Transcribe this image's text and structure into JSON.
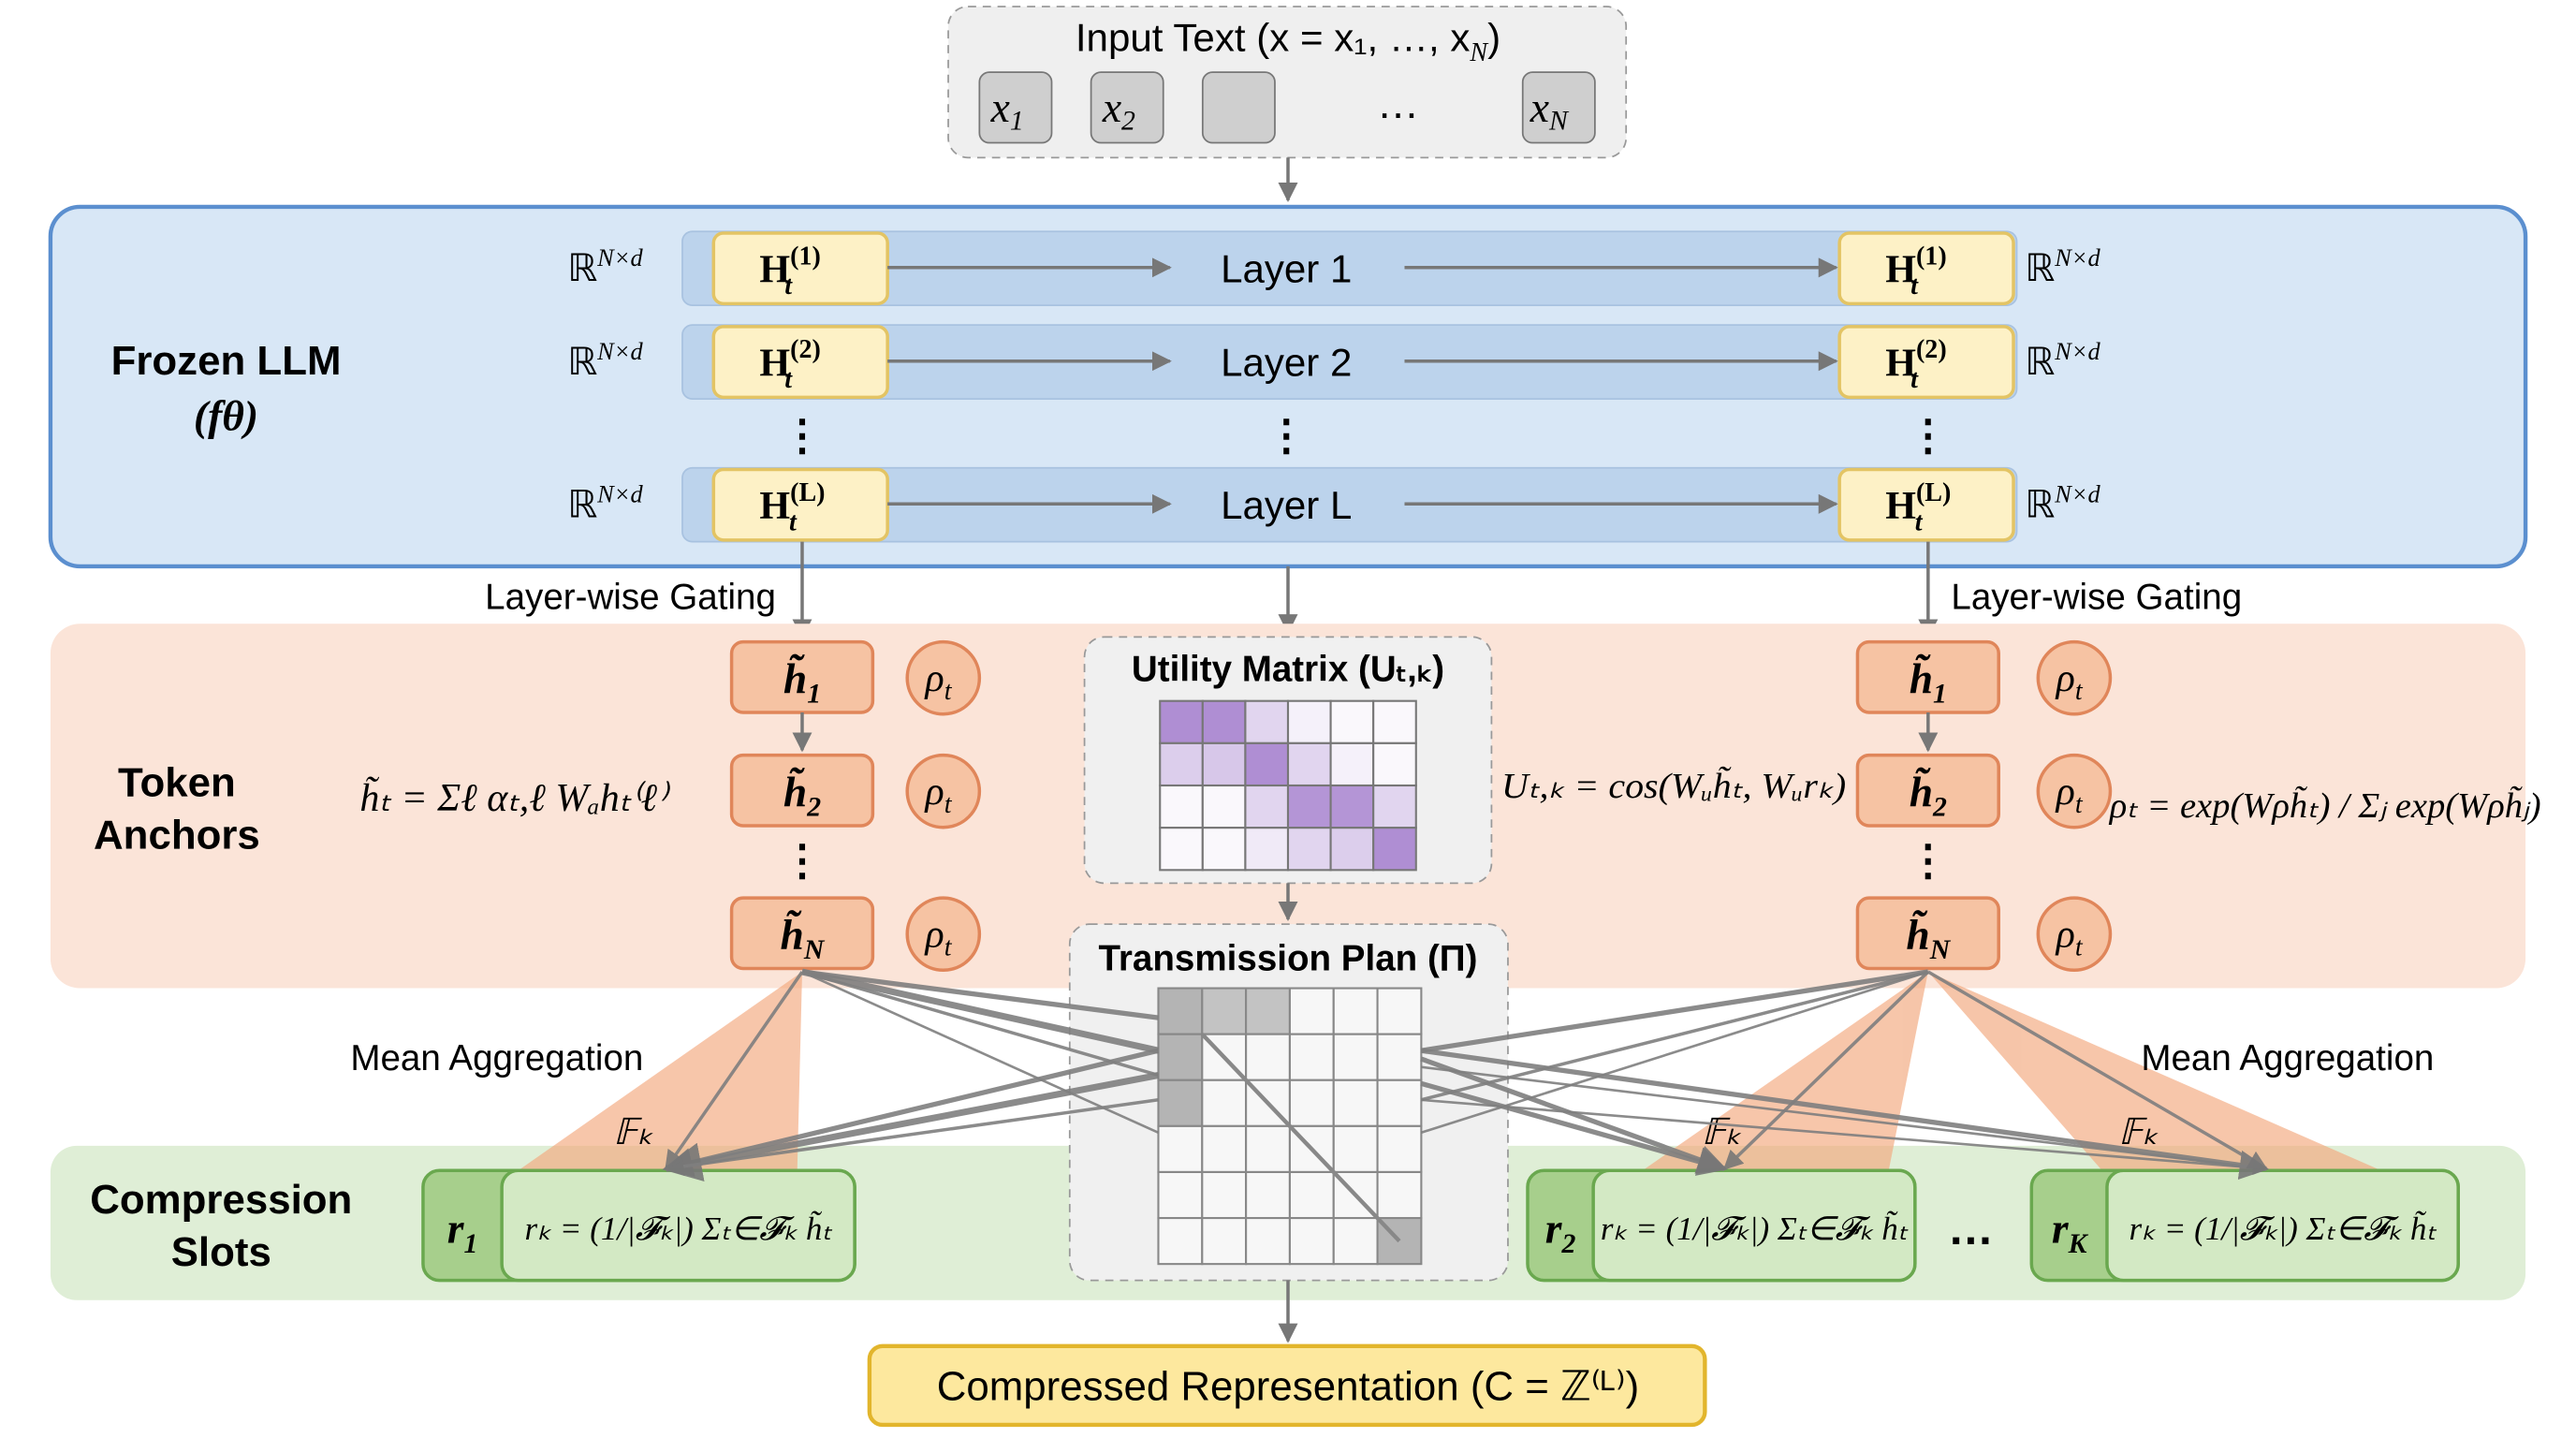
{
  "input": {
    "title": "Input Text (x = x₁, …, x",
    "title_sub": "N",
    "title_end": ")",
    "tokens": [
      {
        "base": "x",
        "sub": "1"
      },
      {
        "base": "x",
        "sub": "2"
      },
      {
        "base": "",
        "sub": ""
      },
      {
        "base": "x",
        "sub": "N"
      }
    ],
    "ellipsis": "…"
  },
  "llm": {
    "title": "Frozen LLM",
    "subtitle": "(fθ)",
    "space_label": "ℝ",
    "space_sup": "N×d",
    "layers": [
      {
        "label": "Layer 1",
        "h": "H",
        "sup": "(1)",
        "sub": "t"
      },
      {
        "label": "Layer 2",
        "h": "H",
        "sup": "(2)",
        "sub": "t"
      },
      {
        "label": "Layer L",
        "h": "H",
        "sup": "(L)",
        "sub": "t"
      }
    ],
    "vdots": "⋮"
  },
  "gating_label": "Layer-wise Gating",
  "anchors": {
    "title_line1": "Token",
    "title_line2": "Anchors",
    "formula": "h̃ₜ = Σℓ αₜ,ℓ Wₐhₜ⁽ℓ⁾",
    "items": [
      {
        "base": "h̃",
        "sub": "1"
      },
      {
        "base": "h̃",
        "sub": "2"
      },
      {
        "base": "h̃",
        "sub": "N"
      }
    ],
    "rho": {
      "base": "ρ",
      "sub": "t"
    },
    "rho_formula": "ρₜ = exp(Wρh̃ₜ) / Σⱼ exp(Wρh̃ⱼ)",
    "utility_formula": "Uₜ,ₖ = cos(Wᵤh̃ₜ, Wᵤrₖ)"
  },
  "utility_matrix": {
    "title": "Utility Matrix (Uₜ,ₖ)",
    "color": "#9b72c8",
    "values": [
      [
        0.8,
        0.8,
        0.3,
        0.1,
        0.05,
        0.05
      ],
      [
        0.35,
        0.4,
        0.8,
        0.3,
        0.1,
        0.05
      ],
      [
        0.05,
        0.05,
        0.3,
        0.75,
        0.75,
        0.3
      ],
      [
        0.05,
        0.05,
        0.15,
        0.3,
        0.35,
        0.8
      ]
    ]
  },
  "transmission_plan": {
    "title": "Transmission Plan (Π)",
    "color": "#b4b4b4",
    "values": [
      [
        1,
        0.8,
        0.8,
        0,
        0,
        0
      ],
      [
        1,
        0,
        0,
        0,
        0,
        0
      ],
      [
        1,
        0,
        0,
        0,
        0,
        0
      ],
      [
        0,
        0,
        0,
        0,
        0,
        0
      ],
      [
        0,
        0,
        0,
        0,
        0,
        0
      ],
      [
        0,
        0,
        0,
        0,
        0,
        1
      ]
    ]
  },
  "aggregation": {
    "label": "Mean Aggregation",
    "set_label": "𝔽ₖ"
  },
  "slots": {
    "title_line1": "Compression",
    "title_line2": "Slots",
    "formula": "rₖ = (1/|𝓕ₖ|) Σₜ∈𝓕ₖ h̃ₜ",
    "items": [
      {
        "base": "r",
        "sub": "1"
      },
      {
        "base": "r",
        "sub": "2"
      },
      {
        "base": "r",
        "sub": "K"
      }
    ],
    "ellipsis": "…"
  },
  "output": {
    "label": "Compressed Representation (C = ℤ⁽ᴸ⁾)"
  },
  "colors": {
    "llm_panel": "#d8e7f6",
    "llm_border": "#5b8fcf",
    "anchor_panel": "#fbe4d8",
    "anchor_box": "#f6c3a3",
    "anchor_border": "#e0865a",
    "slot_panel": "#dfeed6",
    "slot_dark": "#a7cf8c",
    "slot_light": "#d3e9c4",
    "slot_border": "#6aa84f",
    "h_box": "#fdf1c6",
    "h_border": "#e3c464",
    "output_box": "#fde89e",
    "output_border": "#e2b52c"
  }
}
